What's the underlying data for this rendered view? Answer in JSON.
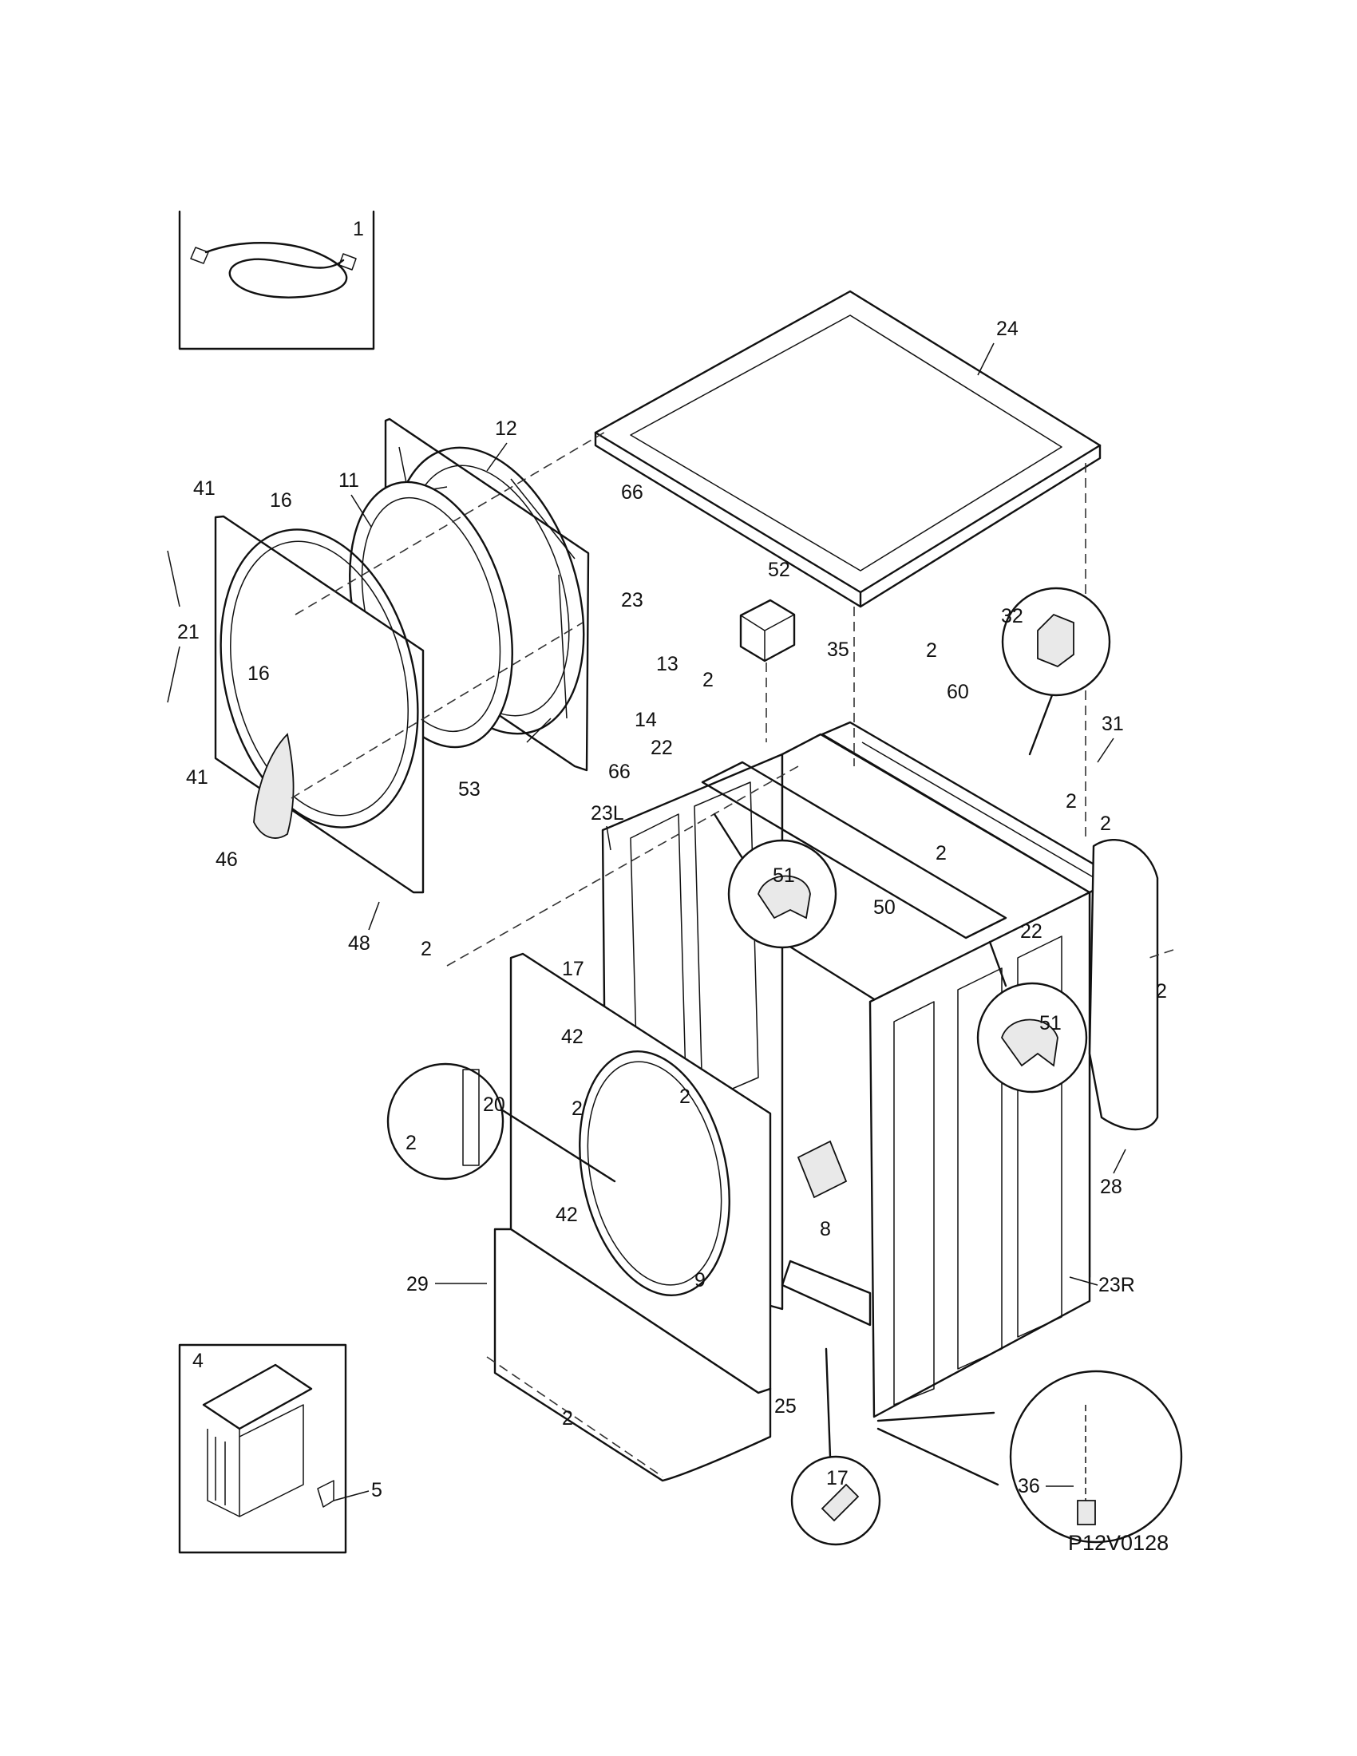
{
  "diagram_code": "P12V0128",
  "callouts": [
    {
      "id": "c1",
      "text": "1"
    },
    {
      "id": "c24",
      "text": "24"
    },
    {
      "id": "c12",
      "text": "12"
    },
    {
      "id": "c11",
      "text": "11"
    },
    {
      "id": "c16a",
      "text": "16"
    },
    {
      "id": "c41a",
      "text": "41"
    },
    {
      "id": "c66a",
      "text": "66"
    },
    {
      "id": "c23",
      "text": "23"
    },
    {
      "id": "c21",
      "text": "21"
    },
    {
      "id": "c16b",
      "text": "16"
    },
    {
      "id": "c13",
      "text": "13"
    },
    {
      "id": "c14",
      "text": "14"
    },
    {
      "id": "c66b",
      "text": "66"
    },
    {
      "id": "c41b",
      "text": "41"
    },
    {
      "id": "c53",
      "text": "53"
    },
    {
      "id": "c46",
      "text": "46"
    },
    {
      "id": "c48",
      "text": "48"
    },
    {
      "id": "c52",
      "text": "52"
    },
    {
      "id": "c35",
      "text": "35"
    },
    {
      "id": "c2a",
      "text": "2"
    },
    {
      "id": "c60",
      "text": "60"
    },
    {
      "id": "c32",
      "text": "32"
    },
    {
      "id": "c31",
      "text": "31"
    },
    {
      "id": "c2b",
      "text": "2"
    },
    {
      "id": "c22a",
      "text": "22"
    },
    {
      "id": "c2c",
      "text": "2"
    },
    {
      "id": "c2d",
      "text": "2"
    },
    {
      "id": "c23L",
      "text": "23L"
    },
    {
      "id": "c51a",
      "text": "51"
    },
    {
      "id": "c2e",
      "text": "2"
    },
    {
      "id": "c50",
      "text": "50"
    },
    {
      "id": "c22b",
      "text": "22"
    },
    {
      "id": "c2f",
      "text": "2"
    },
    {
      "id": "c17a",
      "text": "17"
    },
    {
      "id": "c2g",
      "text": "2"
    },
    {
      "id": "c51b",
      "text": "51"
    },
    {
      "id": "c42a",
      "text": "42"
    },
    {
      "id": "c20",
      "text": "20"
    },
    {
      "id": "c2h",
      "text": "2"
    },
    {
      "id": "c2i",
      "text": "2"
    },
    {
      "id": "c2j",
      "text": "2"
    },
    {
      "id": "c28",
      "text": "28"
    },
    {
      "id": "c8",
      "text": "8"
    },
    {
      "id": "c42b",
      "text": "42"
    },
    {
      "id": "c29",
      "text": "29"
    },
    {
      "id": "c9",
      "text": "9"
    },
    {
      "id": "c23R",
      "text": "23R"
    },
    {
      "id": "c4",
      "text": "4"
    },
    {
      "id": "c25",
      "text": "25"
    },
    {
      "id": "c2k",
      "text": "2"
    },
    {
      "id": "c17b",
      "text": "17"
    },
    {
      "id": "c36",
      "text": "36"
    },
    {
      "id": "c5",
      "text": "5"
    }
  ]
}
